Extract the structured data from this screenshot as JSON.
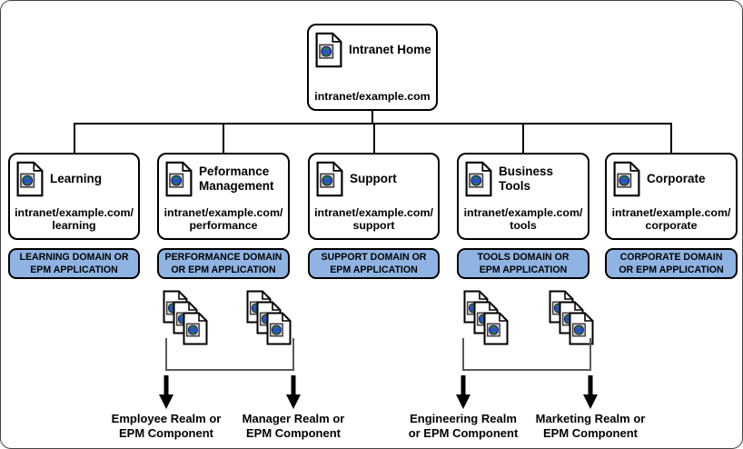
{
  "diagram": {
    "root": {
      "title": "Intranet Home",
      "url": "intranet/example.com"
    },
    "sites": [
      {
        "title": "Learning",
        "url_line1": "intranet/example.com/",
        "url_line2": "learning",
        "domain_line1": "LEARNING DOMAIN OR",
        "domain_line2": "EPM APPLICATION"
      },
      {
        "title": "Peformance Management",
        "url_line1": "intranet/example.com/",
        "url_line2": "performance",
        "domain_line1": "PERFORMANCE DOMAIN",
        "domain_line2": "OR EPM APPLICATION"
      },
      {
        "title": "Support",
        "url_line1": "intranet/example.com/",
        "url_line2": "support",
        "domain_line1": "SUPPORT DOMAIN OR",
        "domain_line2": "EPM APPLICATION"
      },
      {
        "title": "Business Tools",
        "url_line1": "intranet/example.com/",
        "url_line2": "tools",
        "domain_line1": "TOOLS DOMAIN OR",
        "domain_line2": "EPM APPLICATION"
      },
      {
        "title": "Corporate",
        "url_line1": "intranet/example.com/",
        "url_line2": "corporate",
        "domain_line1": "CORPORATE DOMAIN",
        "domain_line2": "OR EPM APPLICATION"
      }
    ],
    "realms": [
      {
        "line1": "Employee Realm or",
        "line2": "EPM Component"
      },
      {
        "line1": "Manager Realm or",
        "line2": "EPM Component"
      },
      {
        "line1": "Engineering Realm",
        "line2": "or EPM Component"
      },
      {
        "line1": "Marketing Realm or",
        "line2": "EPM Component"
      }
    ],
    "icons": {
      "node_icon": "document-globe-icon",
      "arrow_icon": "down-arrow-icon"
    },
    "colors": {
      "domain_box_fill": "#8FB4E3",
      "domain_box_border": "#000000",
      "connector_line": "#000000",
      "bracket_line": "#5a5a5a",
      "arrow_fill": "#000000"
    }
  }
}
